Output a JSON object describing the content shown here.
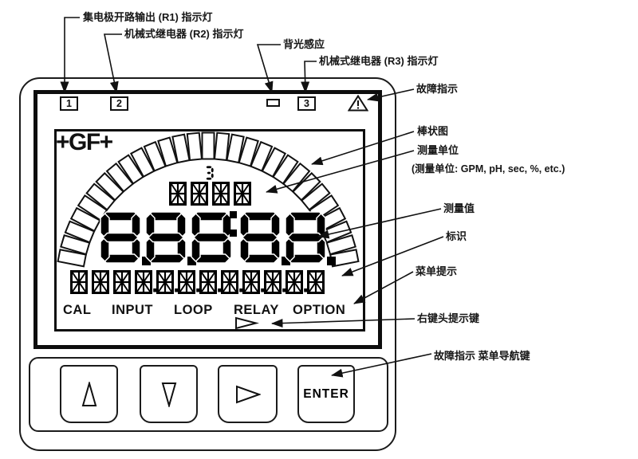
{
  "device": {
    "brand": "+GF+",
    "indicator_lights": [
      "1",
      "2",
      "3"
    ],
    "icons": {
      "fault": "warning-triangle",
      "backlight": "backlight-sensor-window",
      "menu_prompt": "right-triangle"
    },
    "lcd": {
      "bargraph_segments": 29,
      "exponent": "3",
      "unit_chars": 4,
      "value": "8.8.8:8.8.",
      "label_chars": 12,
      "menu_items": [
        "CAL",
        "INPUT",
        "LOOP",
        "RELAY",
        "OPTION"
      ]
    },
    "keypad": {
      "up": "up-arrow",
      "down": "down-arrow",
      "right": "right-arrow",
      "enter_label": "ENTER"
    }
  },
  "annotations": {
    "r1": "集电极开路输出 (R1) 指示灯",
    "r2": "机械式继电器 (R2) 指示灯",
    "backlight": "背光感应",
    "r3": "机械式继电器 (R3) 指示灯",
    "fault": "故障指示",
    "bargraph": "棒状图",
    "unit": "测量单位",
    "unit_note": "(测量单位: GPM, pH, sec, %, etc.)",
    "value": "测量值",
    "tag": "标识",
    "menu_hint": "菜单提示",
    "right_arrow_key": "右键头提示键",
    "fault_nav_keys": "故障指示 菜单导航键"
  }
}
